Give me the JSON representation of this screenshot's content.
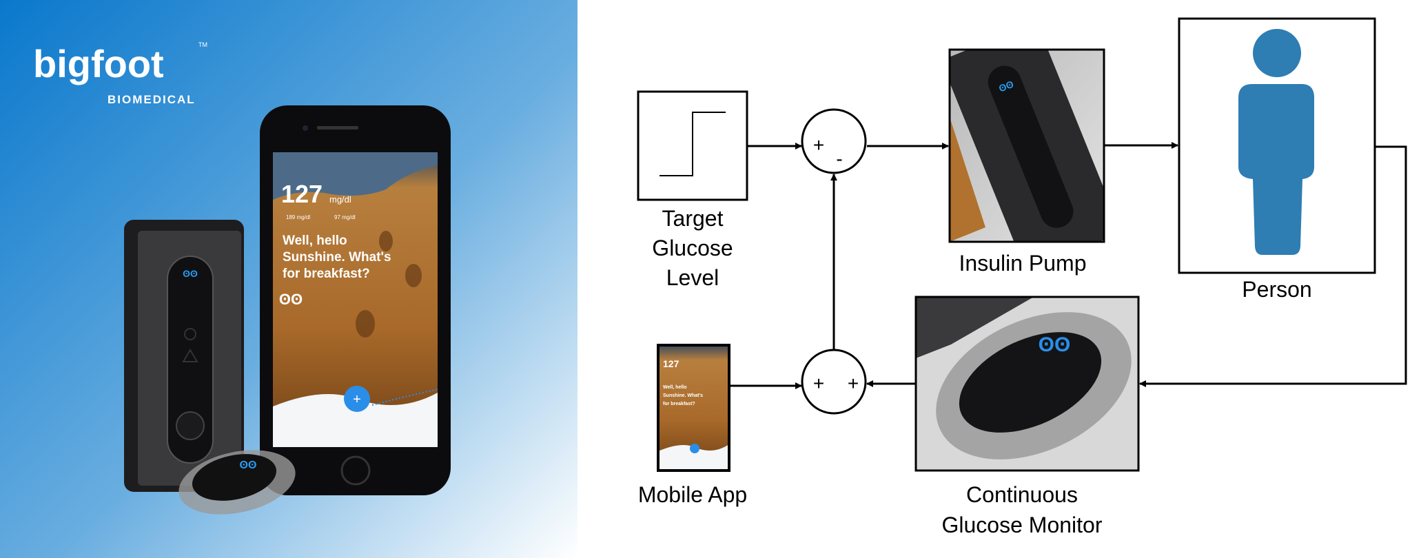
{
  "product_photo": {
    "logo": {
      "name": "bigfoot",
      "subtitle": "BIOMEDICAL",
      "trademark": "TM"
    },
    "phone_screen": {
      "glucose_value": "127",
      "glucose_unit": "mg/dl",
      "high_reading": "189 mg/dl",
      "low_reading": "97 mg/dl",
      "message_line1": "Well, hello",
      "message_line2": "Sunshine. What's",
      "message_line3": "for breakfast?",
      "add_button": "+"
    },
    "colors": {
      "background_top": "#0a78cc",
      "background_bottom": "#ffffff",
      "accent": "#2a8ee8"
    }
  },
  "diagram": {
    "blocks": {
      "target": {
        "label_lines": [
          "Target",
          "Glucose",
          "Level"
        ]
      },
      "pump": {
        "label": "Insulin Pump"
      },
      "person": {
        "label": "Person"
      },
      "mobile_app": {
        "label": "Mobile App"
      },
      "cgm": {
        "label_lines": [
          "Continuous",
          "Glucose Monitor"
        ]
      }
    },
    "summing_junctions": [
      {
        "signs": [
          "+",
          "-"
        ]
      },
      {
        "signs": [
          "+",
          "+"
        ]
      }
    ],
    "colors": {
      "person": "#2e7db3",
      "lines": "#000000"
    }
  }
}
